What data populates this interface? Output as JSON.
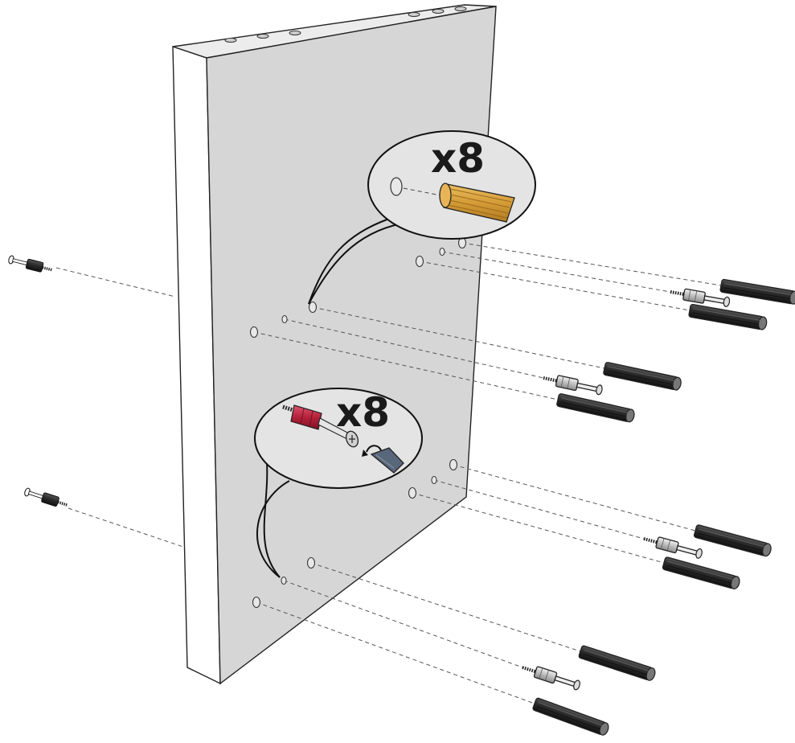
{
  "callouts": {
    "dowel": {
      "label": "x8",
      "item": "wooden-dowel"
    },
    "cam": {
      "label": "x8",
      "item": "cam-bolt-with-screwdriver"
    }
  },
  "colors": {
    "panel_face": "#d6d6d6",
    "panel_edge": "#ffffff",
    "dowel_wood": "#d9a441",
    "dowel_dark": "#2e2e2e",
    "cam_red": "#b5213a",
    "screwdriver_tip": "#59677a"
  }
}
